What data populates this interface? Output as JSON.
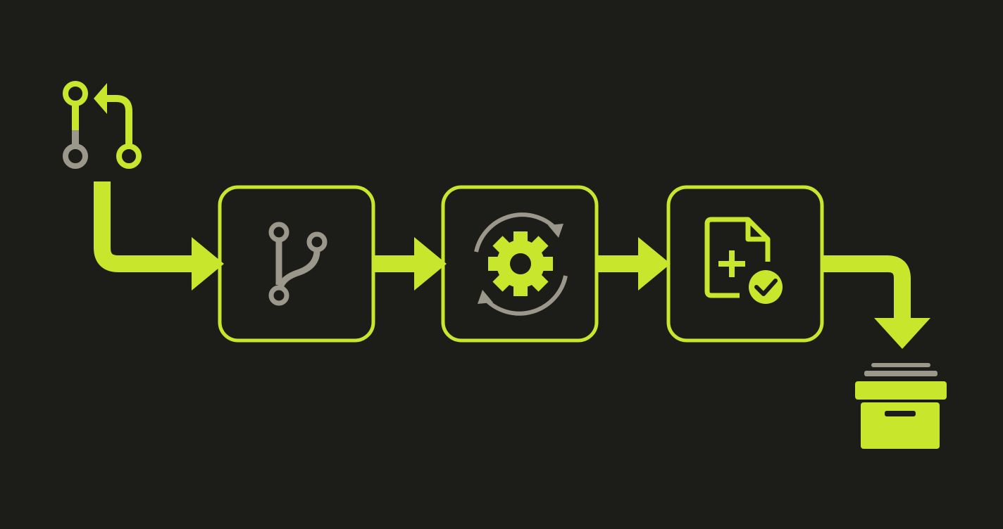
{
  "diagram": {
    "type": "pipeline-flow",
    "steps": [
      {
        "id": "pull-request",
        "icon": "pull-request-icon"
      },
      {
        "id": "branch",
        "icon": "git-branch-icon"
      },
      {
        "id": "build",
        "icon": "gear-cycle-icon"
      },
      {
        "id": "verify",
        "icon": "document-check-icon"
      },
      {
        "id": "archive",
        "icon": "archive-box-icon"
      }
    ],
    "connections": [
      {
        "from": "pull-request",
        "to": "branch"
      },
      {
        "from": "branch",
        "to": "build"
      },
      {
        "from": "build",
        "to": "verify"
      },
      {
        "from": "verify",
        "to": "archive"
      }
    ]
  },
  "colors": {
    "background": "#1c1c19",
    "accent": "#c8e62c",
    "muted": "#9b978a"
  }
}
